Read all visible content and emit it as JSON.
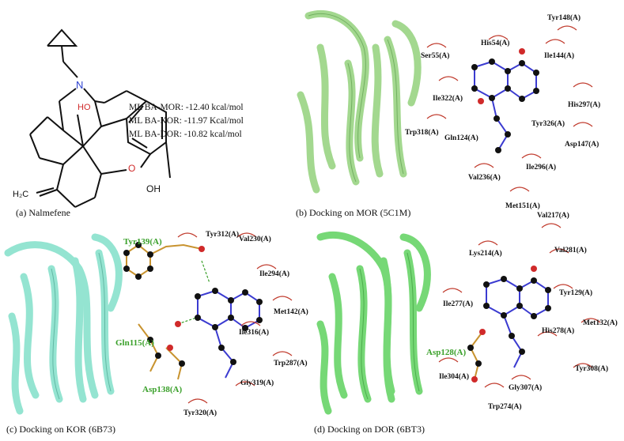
{
  "panel_a": {
    "caption": "(a) Nalmefene",
    "atoms": {
      "n": "N",
      "ho": "HO",
      "o": "O",
      "oh": "OH",
      "h2c": "H₂C"
    },
    "ba_lines": [
      "ML BA-MOR: -12.40 kcal/mol",
      "ML BA-KOR: -11.97 Kcal/mol",
      "ML BA-DOR: -10.82 kcal/mol"
    ]
  },
  "panel_b": {
    "caption": "(b) Docking on MOR (5C1M)",
    "residues": [
      "Tyr148(A)",
      "His54(A)",
      "Ser55(A)",
      "Ile144(A)",
      "Ile322(A)",
      "His297(A)",
      "Tyr326(A)",
      "Trp318(A)",
      "Gln124(A)",
      "Asp147(A)",
      "Ile296(A)",
      "Val236(A)",
      "Met151(A)"
    ]
  },
  "panel_c": {
    "caption": "(c) Docking on KOR (6B73)",
    "residues": [
      "Tyr312(A)",
      "Val230(A)",
      "Ile294(A)",
      "Met142(A)",
      "Ile316(A)",
      "Trp287(A)",
      "Gly319(A)",
      "Tyr320(A)"
    ],
    "hbond_residues": [
      "Tyr139(A)",
      "Gln115(A)",
      "Asp138(A)"
    ]
  },
  "panel_d": {
    "caption": "(d) Docking on DOR (6BT3)",
    "residues": [
      "Val217(A)",
      "Lys214(A)",
      "Val281(A)",
      "Tyr129(A)",
      "Ile277(A)",
      "Met132(A)",
      "His278(A)",
      "Tyr308(A)",
      "Ile304(A)",
      "Gly307(A)",
      "Trp274(A)"
    ],
    "hbond_residues": [
      "Asp128(A)"
    ]
  },
  "colors": {
    "mor_protein": "#9fd68a",
    "kor_protein": "#8fe3cf",
    "dor_protein": "#6fd66f",
    "hbond_label": "#3aa02a",
    "arc": "#c0392b"
  }
}
